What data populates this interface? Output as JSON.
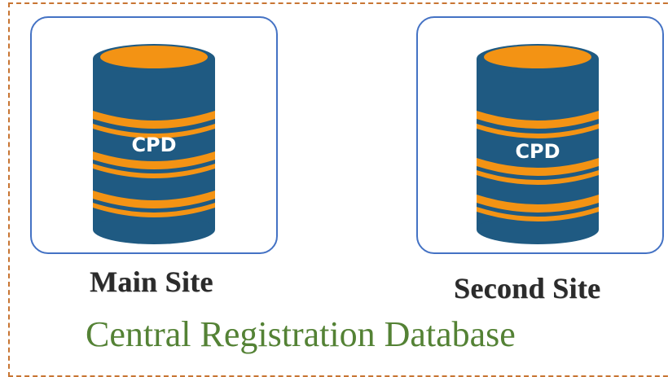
{
  "diagram": {
    "sites": [
      {
        "badge": "CPD",
        "label": "Main Site"
      },
      {
        "badge": "CPD",
        "label": "Second Site"
      }
    ],
    "title": "Central Registration Database"
  },
  "colors": {
    "frame_border": "#c87533",
    "card_border": "#4472c4",
    "db_body": "#1f5a82",
    "db_stripe": "#f39314",
    "title": "#548235",
    "label": "#2b2b2b"
  }
}
